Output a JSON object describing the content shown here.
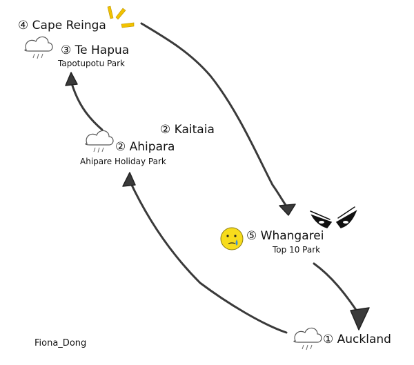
{
  "title": "",
  "stops": [
    {
      "number": "①",
      "name": "Auckland",
      "sub": "",
      "weather": "rain"
    },
    {
      "number": "②",
      "name": "Ahipara",
      "sub": "Ahipare Holiday Park",
      "weather": "rain"
    },
    {
      "number": "③",
      "name": "Te Hapua",
      "sub": "Tapotupotu Park",
      "weather": "rain"
    },
    {
      "number": "④",
      "name": "Cape Reinga",
      "sub": "",
      "weather": "sunny"
    },
    {
      "number": "⑤",
      "name": "Whangarei",
      "sub": "Top 10 Park",
      "weather": "sad"
    }
  ],
  "extra_label": {
    "number": "②",
    "name": "Kaitaia"
  },
  "signature": "Fiona_Dong",
  "colors": {
    "line": "#3a3a3a",
    "sun_rays": "#f2c200",
    "face": "#f7dc1c",
    "tear": "#3a8fd8",
    "ink": "#111111"
  },
  "icons": {
    "rain": "rain-cloud-icon",
    "sunny": "sun-ray-icon",
    "sad": "crying-face-icon",
    "angry": "angry-eyes-icon"
  }
}
